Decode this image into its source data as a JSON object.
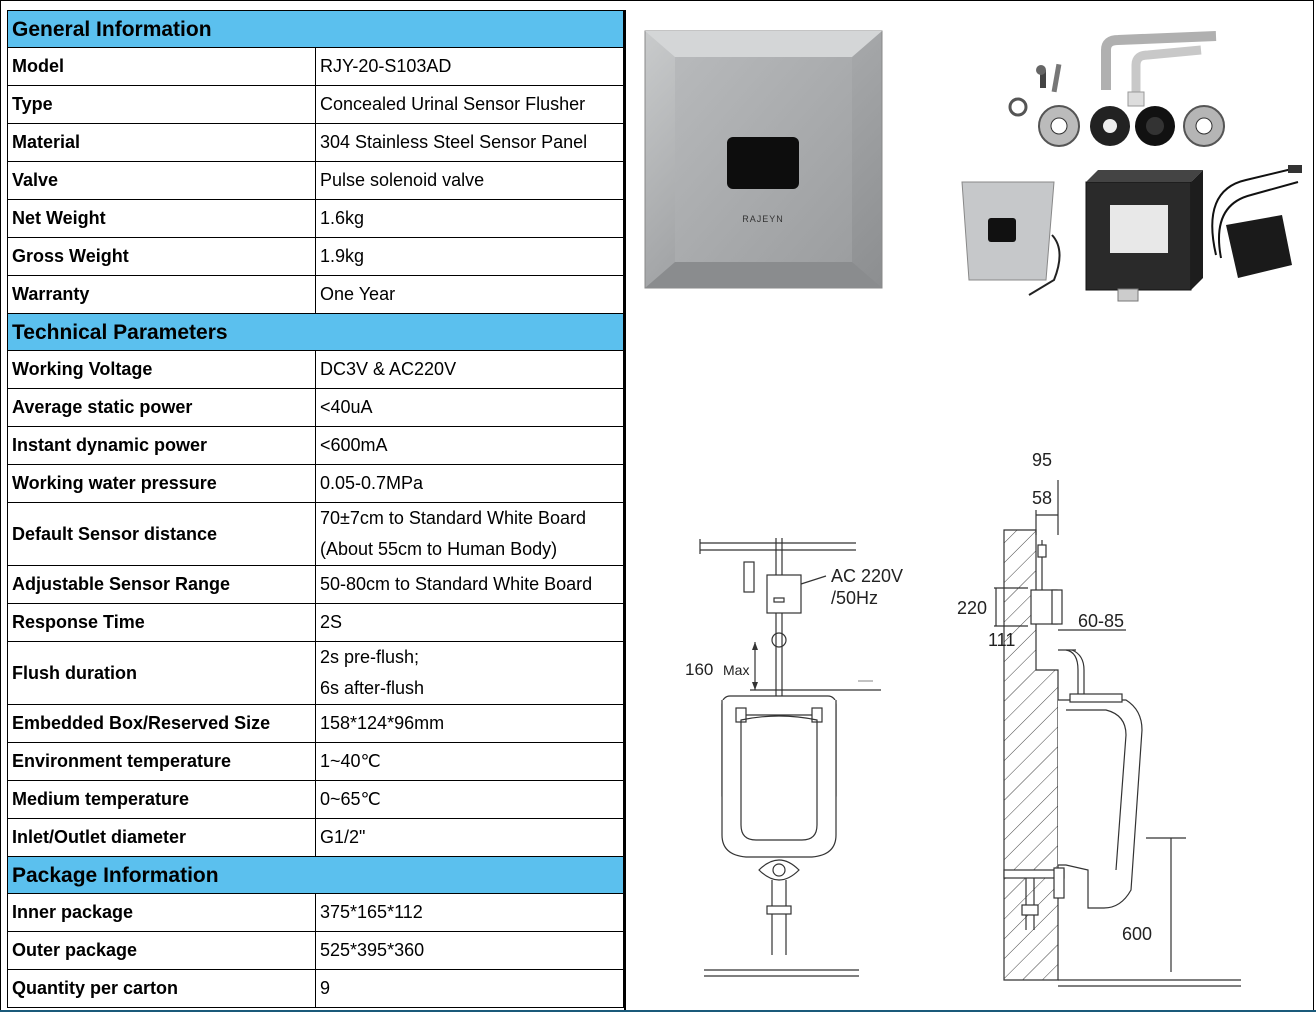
{
  "sections": [
    {
      "title": "General Information",
      "rows": [
        {
          "key": "Model",
          "value": [
            "RJY-20-S103AD"
          ]
        },
        {
          "key": "Type",
          "value": [
            "Concealed Urinal Sensor Flusher"
          ]
        },
        {
          "key": "Material",
          "value": [
            "304 Stainless Steel Sensor Panel"
          ]
        },
        {
          "key": "Valve",
          "value": [
            "Pulse solenoid valve"
          ]
        },
        {
          "key": "Net Weight",
          "value": [
            "1.6kg"
          ]
        },
        {
          "key": "Gross Weight",
          "value": [
            "1.9kg"
          ]
        },
        {
          "key": "Warranty",
          "value": [
            "One Year"
          ]
        }
      ]
    },
    {
      "title": "Technical Parameters",
      "rows": [
        {
          "key": "Working Voltage",
          "value": [
            "DC3V & AC220V"
          ]
        },
        {
          "key": "Average static power",
          "value": [
            "<40uA"
          ]
        },
        {
          "key": "Instant dynamic power",
          "value": [
            "<600mA"
          ]
        },
        {
          "key": "Working water pressure",
          "value": [
            "0.05-0.7MPa"
          ]
        },
        {
          "key": "Default Sensor distance",
          "value": [
            "70±7cm  to Standard White Board",
            "(About 55cm to Human Body)"
          ]
        },
        {
          "key": "Adjustable Sensor Range",
          "value": [
            "50-80cm to Standard White Board"
          ]
        },
        {
          "key": "Response Time",
          "value": [
            "2S"
          ]
        },
        {
          "key": "Flush duration",
          "value": [
            "2s pre-flush;",
            "6s after-flush"
          ]
        },
        {
          "key": "Embedded Box/Reserved Size",
          "value": [
            "158*124*96mm"
          ]
        },
        {
          "key": "Environment temperature",
          "value": [
            "1~40℃"
          ]
        },
        {
          "key": "Medium temperature",
          "value": [
            "0~65℃"
          ]
        },
        {
          "key": "Inlet/Outlet diameter",
          "value": [
            "G1/2\""
          ]
        }
      ]
    },
    {
      "title": "Package Information",
      "rows": [
        {
          "key": "Inner package",
          "value": [
            "375*165*112"
          ]
        },
        {
          "key": "Outer package",
          "value": [
            "525*395*360"
          ]
        },
        {
          "key": "Quantity per carton",
          "value": [
            "9"
          ]
        }
      ]
    }
  ],
  "product": {
    "brand": "RAJEYN"
  },
  "diagram": {
    "power_label_1": "AC 220V",
    "power_label_2": "/50Hz",
    "dim_160": "160",
    "dim_max": "Max",
    "dim_95": "95",
    "dim_58": "58",
    "dim_220": "220",
    "dim_111": "111",
    "dim_60_85": "60-85",
    "dim_600": "600"
  },
  "colors": {
    "section_header": "#5bc0ee"
  }
}
